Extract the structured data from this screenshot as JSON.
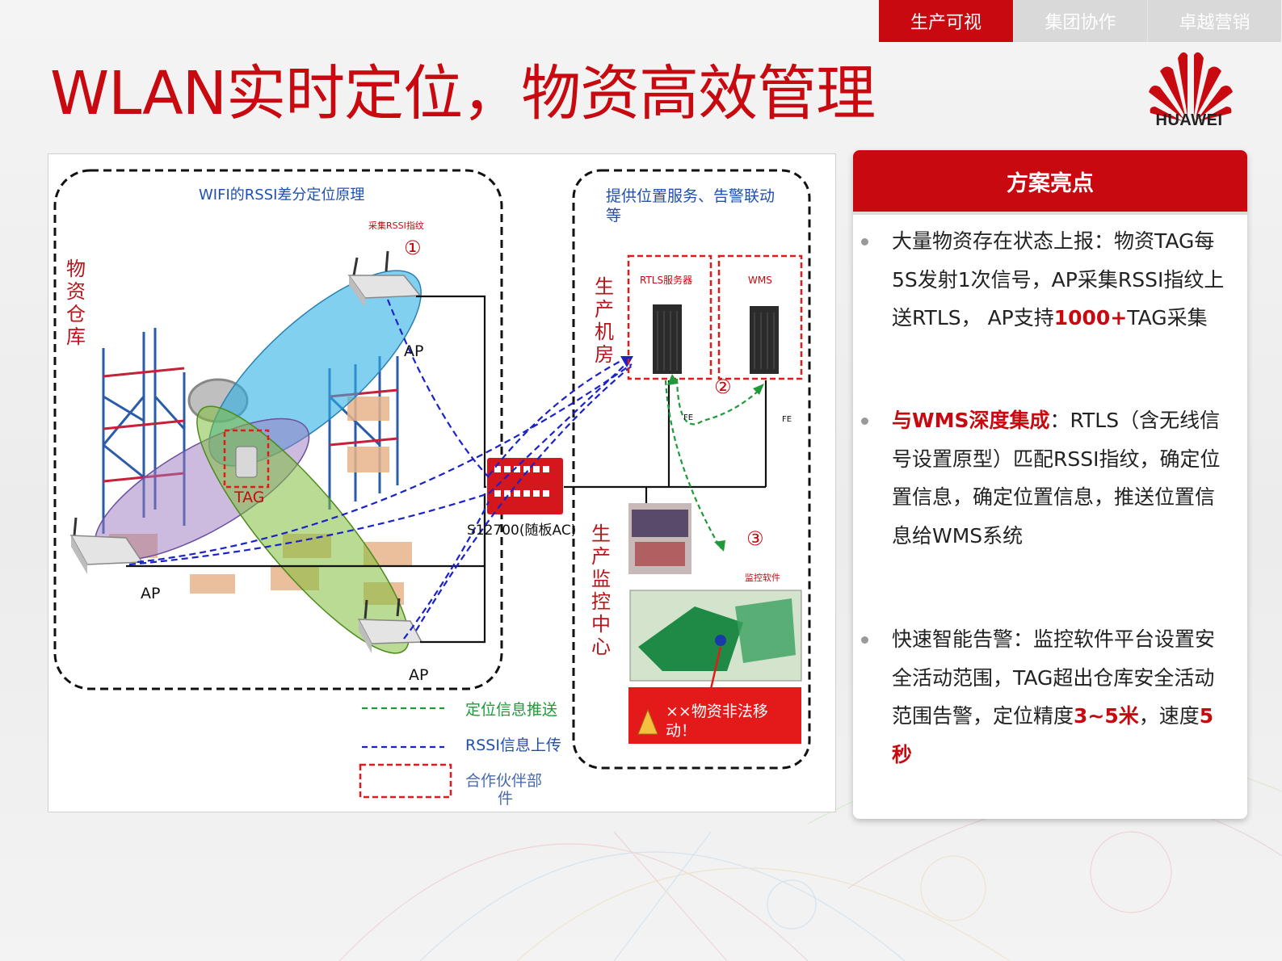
{
  "nav": {
    "tabs": [
      {
        "label": "生产可视",
        "active": true
      },
      {
        "label": "集团协作",
        "active": false
      },
      {
        "label": "卓越营销",
        "active": false
      }
    ]
  },
  "title": "WLAN实时定位，物资高效管理",
  "logo": {
    "text": "HUAWEI"
  },
  "colors": {
    "brand_red": "#c8090f",
    "blue_text": "#1f4fb3",
    "green_line": "#1f9a3a",
    "blue_line": "#1a22c8"
  },
  "diagram": {
    "warehouse_area": {
      "title": "WIFI的RSSI差分定位原理",
      "side_label": [
        "物",
        "资",
        "仓",
        "库"
      ],
      "step1_caption": "采集RSSI指纹",
      "step1_number": "①",
      "ap_labels": [
        "AP",
        "AP",
        "AP"
      ],
      "tag_label": "TAG"
    },
    "switch_label": "S12700(随板AC)",
    "service_area": {
      "title_line1": "提供位置服务、告警联动",
      "title_line2": "等",
      "room_label": [
        "生",
        "产",
        "机",
        "房"
      ],
      "monitor_label": [
        "生",
        "产",
        "监",
        "控",
        "中",
        "心"
      ],
      "rtls_server": "RTLS服务器",
      "wms": "WMS",
      "step2_number": "②",
      "step3_number": "③",
      "fe_left": "FE",
      "fe_right": "FE",
      "monitor_software": "监控软件",
      "alarm_line1": "××物资非法移",
      "alarm_line2": "动！"
    },
    "legend": {
      "green": "定位信息推送",
      "blue": "RSSI信息上传",
      "red_line1": "合作伙伴部",
      "red_line2": "件"
    }
  },
  "highlights": {
    "header": "方案亮点",
    "items": [
      {
        "lines": [
          [
            {
              "t": "大量物资存在状态上报：物资TAG每"
            }
          ],
          [
            {
              "t": "5S发射1次信号，AP采集RSSI指纹上"
            }
          ],
          [
            {
              "t": "送RTLS， AP支持"
            },
            {
              "t": "1000+",
              "hl": true
            },
            {
              "t": "TAG采集"
            }
          ]
        ]
      },
      {
        "lines": [
          [
            {
              "t": "与WMS深度集成",
              "hl": true
            },
            {
              "t": "：RTLS（含无线信"
            }
          ],
          [
            {
              "t": "号设置原型）匹配RSSI指纹，确定位"
            }
          ],
          [
            {
              "t": "置信息，确定位置信息，推送位置信"
            }
          ],
          [
            {
              "t": "息给WMS系统"
            }
          ]
        ]
      },
      {
        "lines": [
          [
            {
              "t": "快速智能告警：监控软件平台设置安"
            }
          ],
          [
            {
              "t": "全活动范围，TAG超出仓库安全活动"
            }
          ],
          [
            {
              "t": "范围告警，定位精度"
            },
            {
              "t": "3~5米",
              "hl": true
            },
            {
              "t": "，速度"
            },
            {
              "t": "5",
              "hl": true
            }
          ],
          [
            {
              "t": "秒",
              "hl": true
            }
          ]
        ]
      }
    ]
  }
}
